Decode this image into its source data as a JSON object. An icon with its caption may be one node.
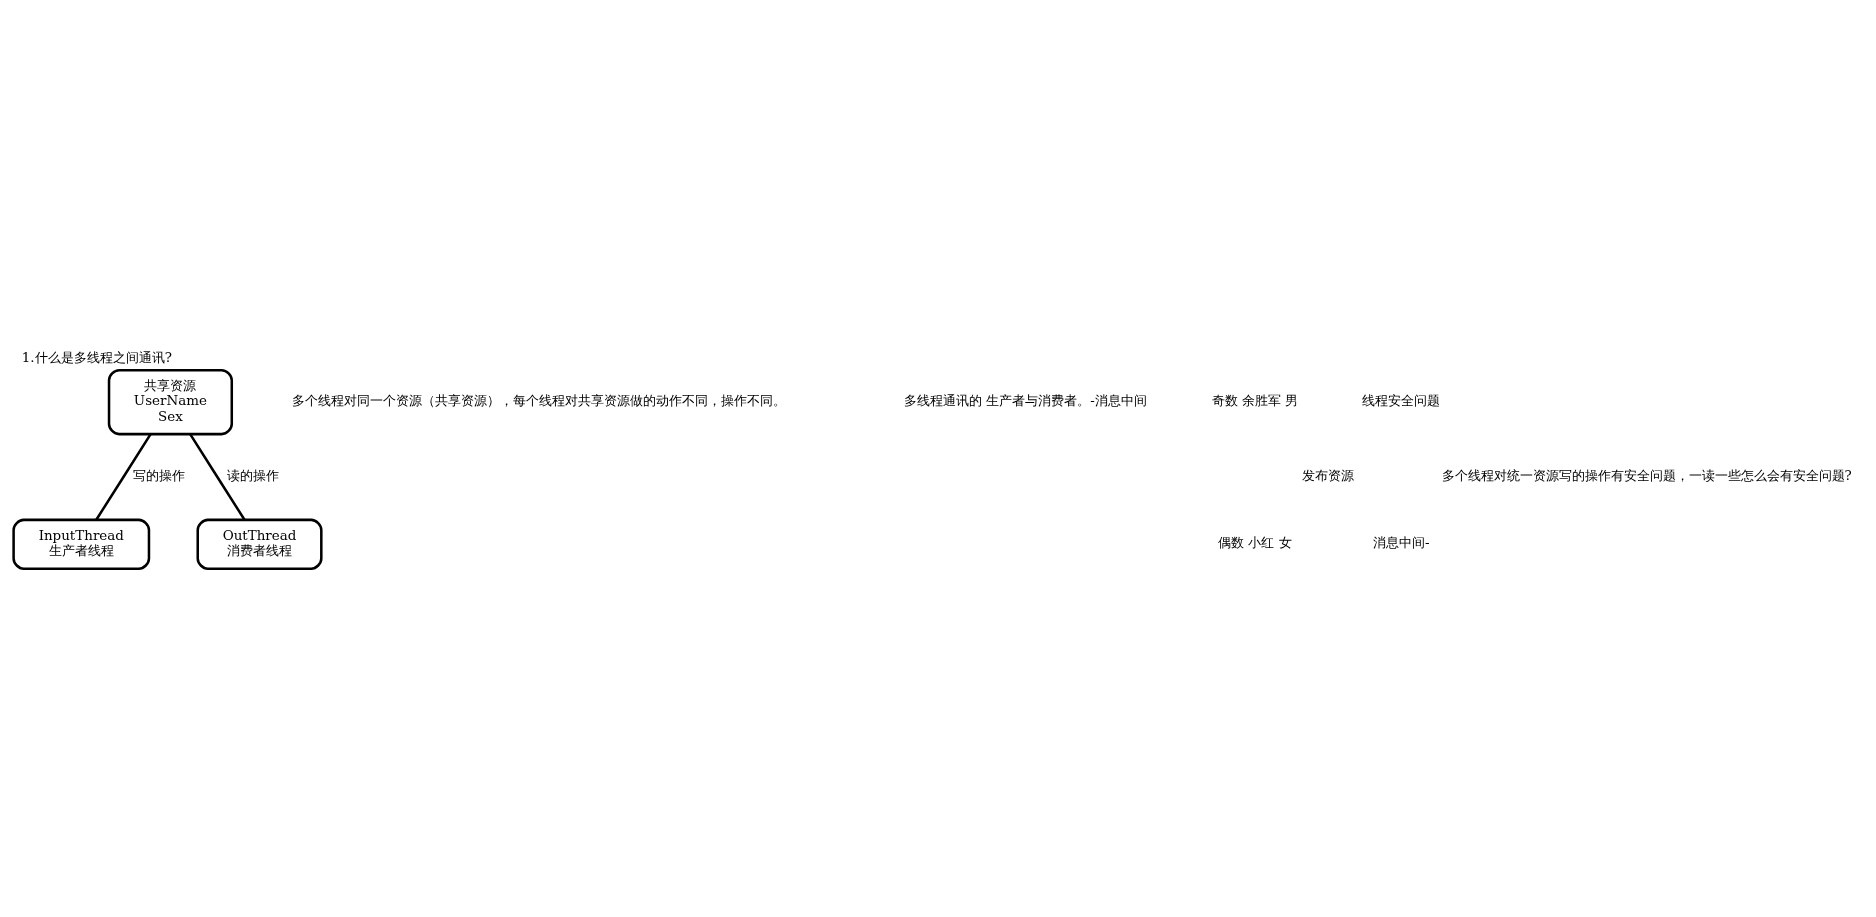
{
  "diagram": {
    "title": "1.什么是多线程之间通讯?",
    "nodes": [
      {
        "text": [
          "共享资源",
          "UserName",
          "Sex"
        ]
      },
      {
        "text": [
          "InputThread",
          "生产者线程"
        ]
      },
      {
        "text": [
          "OutThread",
          "消费者线程"
        ]
      }
    ],
    "edges": [
      {
        "from": 0,
        "to": 1,
        "arrow": "none",
        "label": "写的操作"
      },
      {
        "from": 0,
        "to": 2,
        "arrow": "none",
        "label": "读的操作"
      }
    ],
    "labels": [
      "多个线程对同一个资源（共享资源），每个线程对共享资源做的动作不同，操作不同。",
      "多线程通讯的 生产者与消费者。-消息中间",
      "奇数 余胜军 男",
      "偶数 小红 女",
      "发布资源",
      "线程安全问题",
      "消息中间-",
      "多个线程对统一资源写的操作有安全问题，一读一些怎么会有安全问题?"
    ]
  }
}
